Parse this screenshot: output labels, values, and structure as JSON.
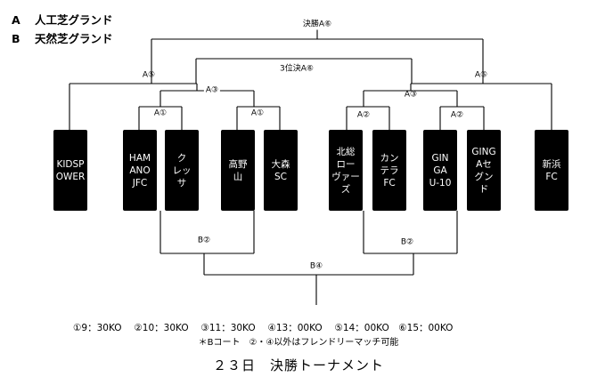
{
  "legend": [
    {
      "key": "A",
      "text": "人工芝グランド"
    },
    {
      "key": "B",
      "text": "天然芝グランド"
    }
  ],
  "teams": [
    {
      "id": "kidspower",
      "name": "KIDSP\nOWER"
    },
    {
      "id": "ham",
      "name": "HAM\nANO\nJFC"
    },
    {
      "id": "kuressa",
      "name": "ク\nレッ\nサ"
    },
    {
      "id": "takano",
      "name": "高野\n山"
    },
    {
      "id": "omori",
      "name": "大森\nSC"
    },
    {
      "id": "hokuso",
      "name": "北総\nロー\nヴァー\nズ"
    },
    {
      "id": "kantera",
      "name": "カン\nテラ\nFC"
    },
    {
      "id": "ginga10",
      "name": "GIN\nGA\nU-10"
    },
    {
      "id": "ginga-a",
      "name": "GING\nAセ\nグン\nド"
    },
    {
      "id": "shinhama",
      "name": "新浜\nFC"
    }
  ],
  "labels": {
    "final": "決勝A⑥",
    "third_place": "3位決A⑥",
    "semi_left": "A⑤",
    "semi_right": "A⑤",
    "qf_left": "A③",
    "qf_right": "A③",
    "r1_a": "A①",
    "r1_b": "A①",
    "r1_c": "A②",
    "r1_d": "A②",
    "b2_left": "B②",
    "b2_right": "B②",
    "b4": "B④"
  },
  "schedule": "①9：30KO　 ②10：30KO　 ③11：30KO　 ④13：00KO　 ⑤14：00KO　⑥15：00KO",
  "note": "＊Bコート　②・④以外はフレンドリーマッチ可能",
  "footer_title": "２３日　決勝トーナメント"
}
